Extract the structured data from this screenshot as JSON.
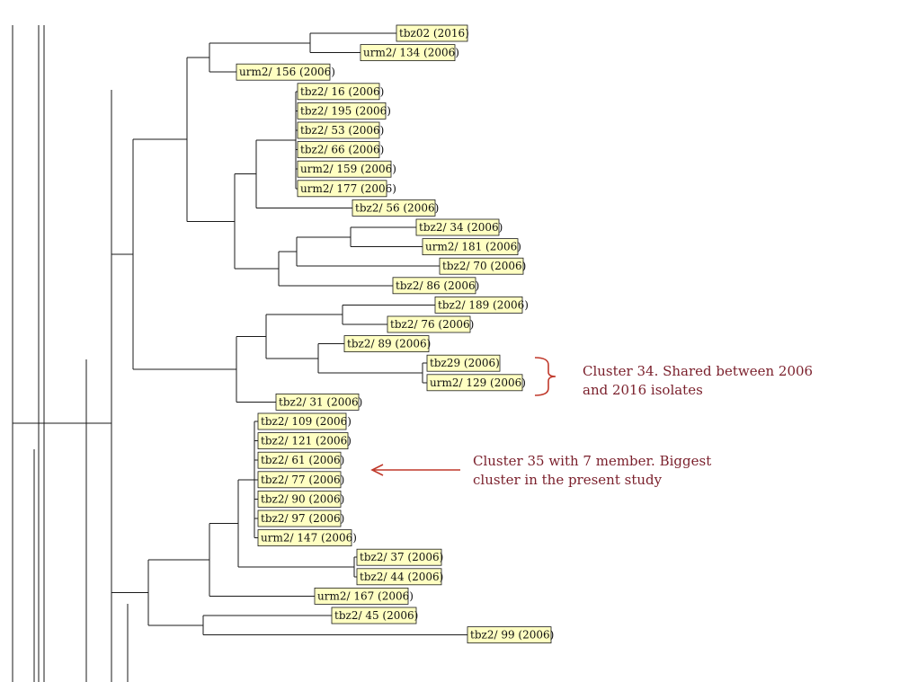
{
  "leaves": [
    "tbz02 (2016)",
    "urm2/ 134 (2006)",
    "urm2/ 156 (2006)",
    "tbz2/ 16 (2006)",
    "tbz2/ 195 (2006)",
    "tbz2/ 53 (2006)",
    "tbz2/ 66 (2006)",
    "urm2/ 159 (2006)",
    "urm2/ 177 (2006)",
    "tbz2/ 56 (2006)",
    "tbz2/ 34 (2006)",
    "urm2/ 181 (2006)",
    "tbz2/ 70 (2006)",
    "tbz2/ 86 (2006)",
    "tbz2/ 189 (2006)",
    "tbz2/ 76 (2006)",
    "tbz2/ 89 (2006)",
    "tbz29 (2006)",
    "urm2/ 129 (2006)",
    "tbz2/ 31 (2006)",
    "tbz2/ 109 (2006)",
    "tbz2/ 121 (2006)",
    "tbz2/ 61 (2006)",
    "tbz2/ 77 (2006)",
    "tbz2/ 90 (2006)",
    "tbz2/ 97 (2006)",
    "urm2/ 147 (2006)",
    "tbz2/ 37 (2006)",
    "tbz2/ 44 (2006)",
    "urm2/ 167 (2006)",
    "tbz2/ 45 (2006)",
    "tbz2/ 99 (2006)"
  ],
  "annotations": {
    "cluster34": {
      "line1": "Cluster 34. Shared between 2006",
      "line2": "and 2016 isolates"
    },
    "cluster35": {
      "line1": "Cluster 35 with 7 member. Biggest",
      "line2": "cluster in the present study"
    }
  },
  "colors": {
    "label_fill": "#ffffc2",
    "annotation": "#7a1f2b",
    "marker": "#c0392b",
    "branch": "#1a1a1a"
  }
}
